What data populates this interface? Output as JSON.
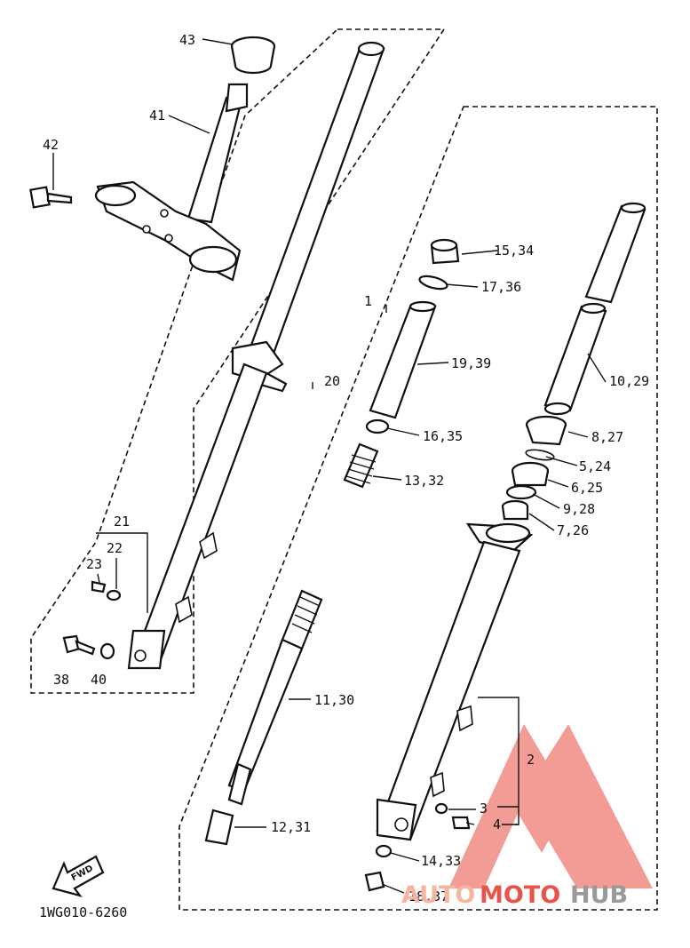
{
  "diagram_code": "1WG010-6260",
  "fwd_label": "FWD",
  "watermark": {
    "auto": "AUTO",
    "moto": "MOTO",
    "hub": "HUB",
    "color_auto": "#f5b5a0",
    "color_moto": "#e8534a",
    "color_hub": "#9a9a9a",
    "logo_color": "#ef7b74"
  },
  "callouts": {
    "c43": "43",
    "c41": "41",
    "c42": "42",
    "c20": "20",
    "c21": "21",
    "c22": "22",
    "c23": "23",
    "c38": "38",
    "c40": "40",
    "c1": "1",
    "c15": "15,34",
    "c17": "17,36",
    "c19": "19,39",
    "c16": "16,35",
    "c13": "13,32",
    "c11": "11,30",
    "c12": "12,31",
    "c14": "14,33",
    "c18": "18,37",
    "c10": "10,29",
    "c8": "8,27",
    "c5": "5,24",
    "c6": "6,25",
    "c9": "9,28",
    "c7": "7,26",
    "c2": "2",
    "c3": "3",
    "c4": "4"
  },
  "icons": [
    "fwd-arrow-icon",
    "automotohub-logo-icon"
  ]
}
